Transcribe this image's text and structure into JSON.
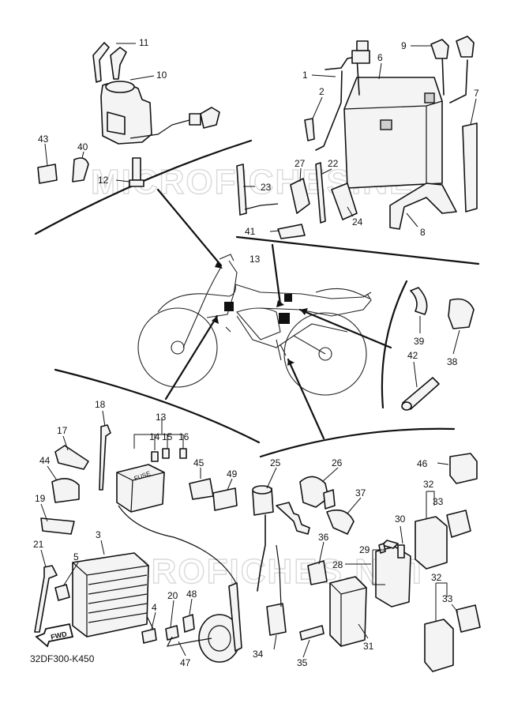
{
  "diagram": {
    "code": "32DF300-K450",
    "watermark": "MICROFICHES.NET",
    "fwd_label": "FWD",
    "fuse_label": "FUSE",
    "parts": {
      "p1": "1",
      "p2": "2",
      "p3": "3",
      "p4": "4",
      "p5": "5",
      "p6": "6",
      "p7": "7",
      "p8": "8",
      "p9": "9",
      "p10": "10",
      "p11": "11",
      "p12": "12",
      "p13a": "13",
      "p13b": "13",
      "p14": "14",
      "p15": "15",
      "p16": "16",
      "p17": "17",
      "p18": "18",
      "p19": "19",
      "p20": "20",
      "p21": "21",
      "p22": "22",
      "p23": "23",
      "p24": "24",
      "p25": "25",
      "p26": "26",
      "p27": "27",
      "p28": "28",
      "p29": "29",
      "p30": "30",
      "p31": "31",
      "p32a": "32",
      "p32b": "32",
      "p33a": "33",
      "p33b": "33",
      "p34": "34",
      "p35": "35",
      "p36": "36",
      "p37": "37",
      "p38": "38",
      "p39": "39",
      "p40": "40",
      "p41": "41",
      "p42": "42",
      "p43": "43",
      "p44": "44",
      "p45": "45",
      "p46": "46",
      "p47": "47",
      "p48": "48",
      "p49": "49"
    }
  }
}
